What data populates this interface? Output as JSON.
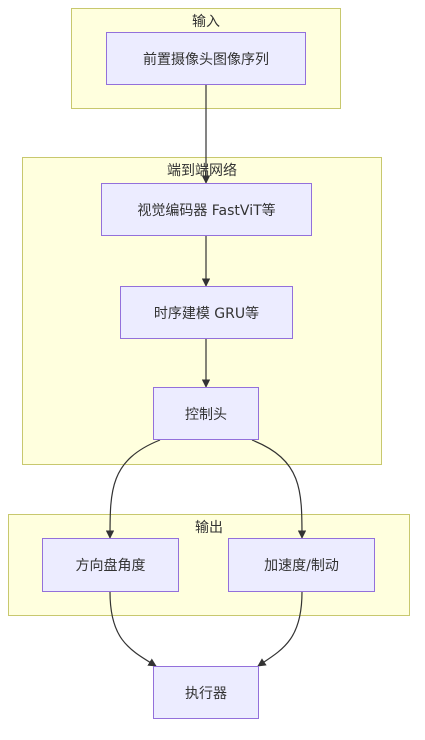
{
  "clusters": {
    "input": {
      "title": "输入"
    },
    "network": {
      "title": "端到端网络"
    },
    "output": {
      "title": "输出"
    }
  },
  "nodes": {
    "camera": "前置摄像头图像序列",
    "encoder": "视觉编码器 FastViT等",
    "temporal": "时序建模 GRU等",
    "control_head": "控制头",
    "steering": "方向盘角度",
    "throttle": "加速度/制动",
    "actuator": "执行器"
  },
  "colors": {
    "cluster_fill": "#ffffde",
    "cluster_border": "#c8c86e",
    "node_fill": "#ececff",
    "node_border": "#9370db",
    "edge": "#333333"
  }
}
